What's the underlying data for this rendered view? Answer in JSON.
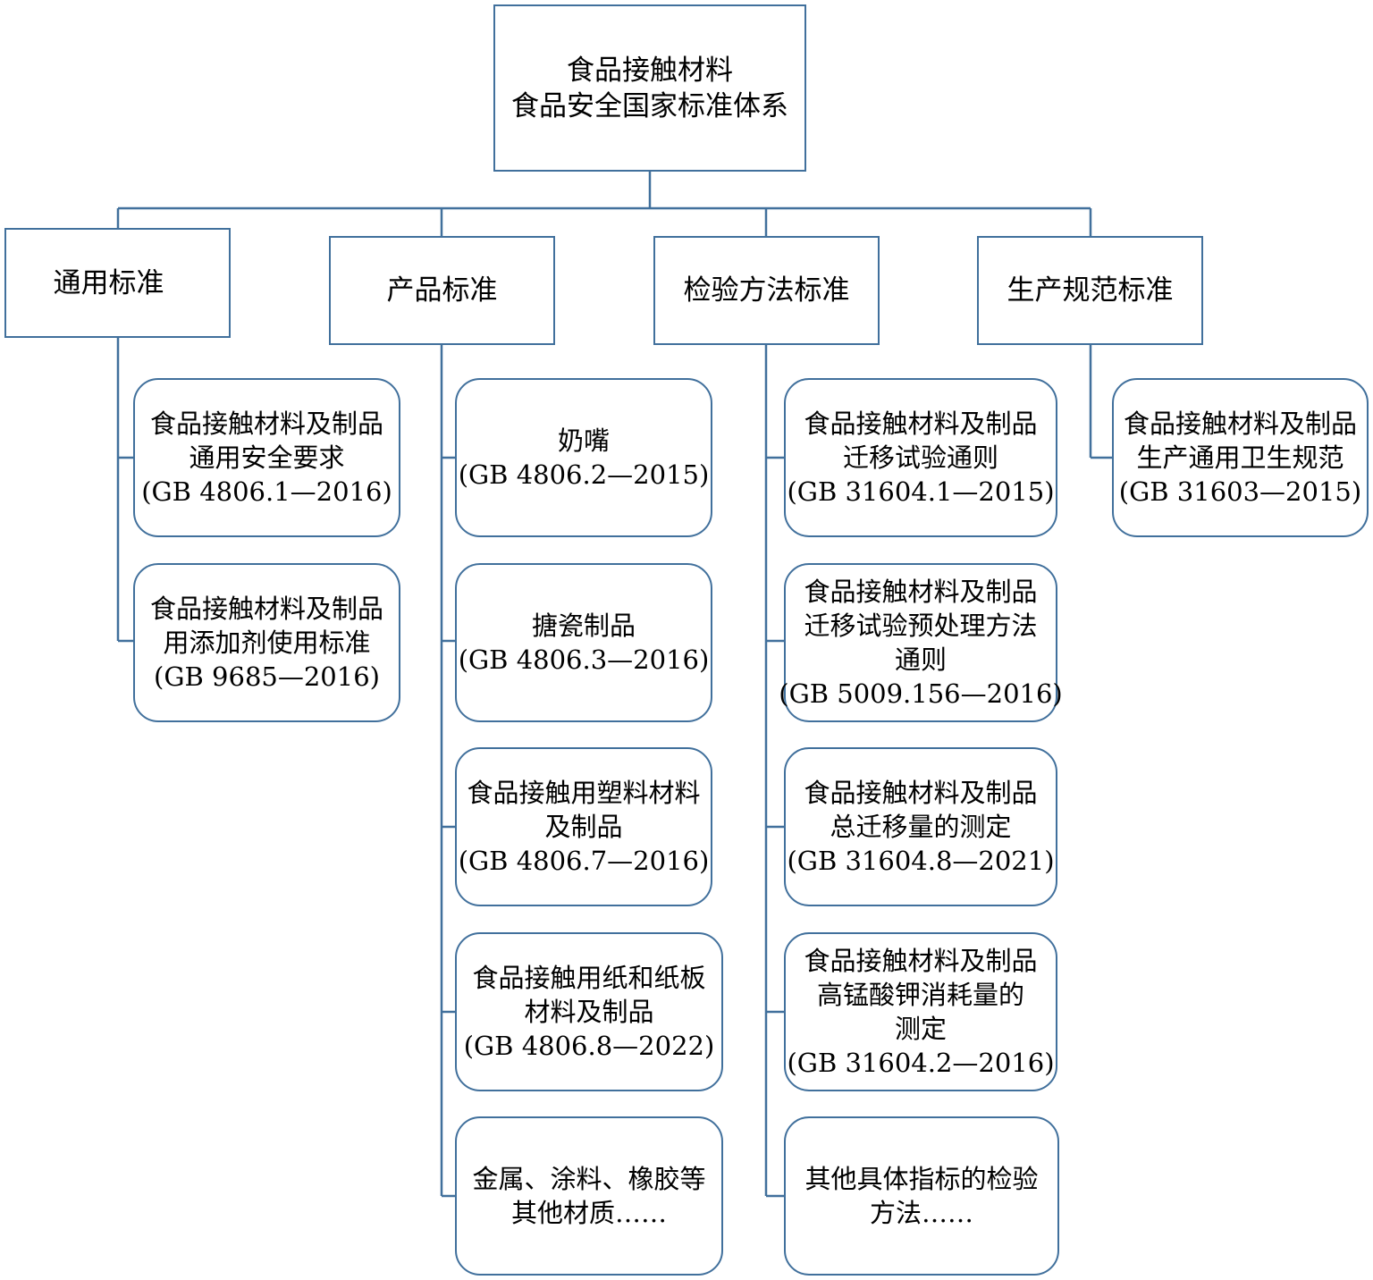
{
  "root": {
    "line1": "食品接触材料",
    "line2": "食品安全国家标准体系"
  },
  "categories": [
    {
      "label": "通用标准"
    },
    {
      "label": "产品标准"
    },
    {
      "label": "检验方法标准"
    },
    {
      "label": "生产规范标准"
    }
  ],
  "general": [
    {
      "lines": [
        "食品接触材料及制品",
        "通用安全要求",
        "(GB 4806.1—2016)"
      ]
    },
    {
      "lines": [
        "食品接触材料及制品",
        "用添加剂使用标准",
        "(GB 9685—2016)"
      ]
    }
  ],
  "product": [
    {
      "lines": [
        "奶嘴",
        "(GB 4806.2—2015)"
      ]
    },
    {
      "lines": [
        "搪瓷制品",
        "(GB 4806.3—2016)"
      ]
    },
    {
      "lines": [
        "食品接触用塑料材料",
        "及制品",
        "(GB 4806.7—2016)"
      ]
    },
    {
      "lines": [
        "食品接触用纸和纸板",
        "材料及制品",
        "(GB 4806.8—2022)"
      ]
    },
    {
      "lines": [
        "金属、涂料、橡胶等",
        "其他材质……"
      ]
    }
  ],
  "method": [
    {
      "lines": [
        "食品接触材料及制品",
        "迁移试验通则",
        "(GB 31604.1—2015)"
      ]
    },
    {
      "lines": [
        "食品接触材料及制品",
        "迁移试验预处理方法",
        "通则",
        "(GB 5009.156—2016)"
      ]
    },
    {
      "lines": [
        "食品接触材料及制品",
        "总迁移量的测定",
        "(GB 31604.8—2021)"
      ]
    },
    {
      "lines": [
        "食品接触材料及制品",
        "高锰酸钾消耗量的",
        "测定",
        "(GB 31604.2—2016)"
      ]
    },
    {
      "lines": [
        "其他具体指标的检验",
        "方法……"
      ]
    }
  ],
  "production": [
    {
      "lines": [
        "食品接触材料及制品",
        "生产通用卫生规范",
        "(GB 31603—2015)"
      ]
    }
  ],
  "colors": {
    "border": "#41709c",
    "text": "#000000",
    "background": "#ffffff"
  }
}
